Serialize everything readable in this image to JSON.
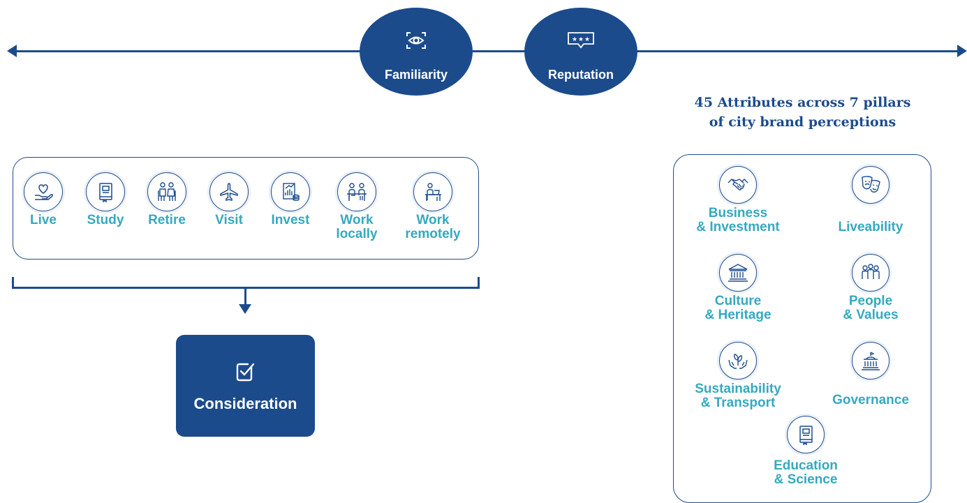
{
  "timeline": {
    "stages": [
      {
        "label": "Familiarity",
        "icon": "eye-icon"
      },
      {
        "label": "Reputation",
        "icon": "rating-stars-icon"
      }
    ]
  },
  "motivations": [
    {
      "label": "Live",
      "icon": "heart-hand-icon"
    },
    {
      "label": "Study",
      "icon": "book-icon"
    },
    {
      "label": "Retire",
      "icon": "elderly-couple-icon"
    },
    {
      "label": "Visit",
      "icon": "airplane-icon"
    },
    {
      "label": "Invest",
      "icon": "investment-chart-icon"
    },
    {
      "label": "Work\nlocally",
      "icon": "office-worker-icon"
    },
    {
      "label": "Work\nremotely",
      "icon": "remote-worker-icon"
    }
  ],
  "consideration": {
    "label": "Consideration",
    "icon": "checkbox-icon"
  },
  "pillars": {
    "title": "45 Attributes across 7 pillars\nof city brand perceptions",
    "items": [
      {
        "label": "Business\n& Investment",
        "icon": "handshake-icon"
      },
      {
        "label": "Liveability",
        "icon": "theatre-masks-icon"
      },
      {
        "label": "Culture\n& Heritage",
        "icon": "museum-icon"
      },
      {
        "label": "People\n& Values",
        "icon": "people-group-icon"
      },
      {
        "label": "Sustainability\n& Transport",
        "icon": "plant-hands-icon"
      },
      {
        "label": "Governance",
        "icon": "capitol-building-icon"
      },
      {
        "label": "Education\n& Science",
        "icon": "book-icon"
      }
    ]
  },
  "colors": {
    "primary": "#1c4b8c",
    "accent": "#35a9bf"
  }
}
